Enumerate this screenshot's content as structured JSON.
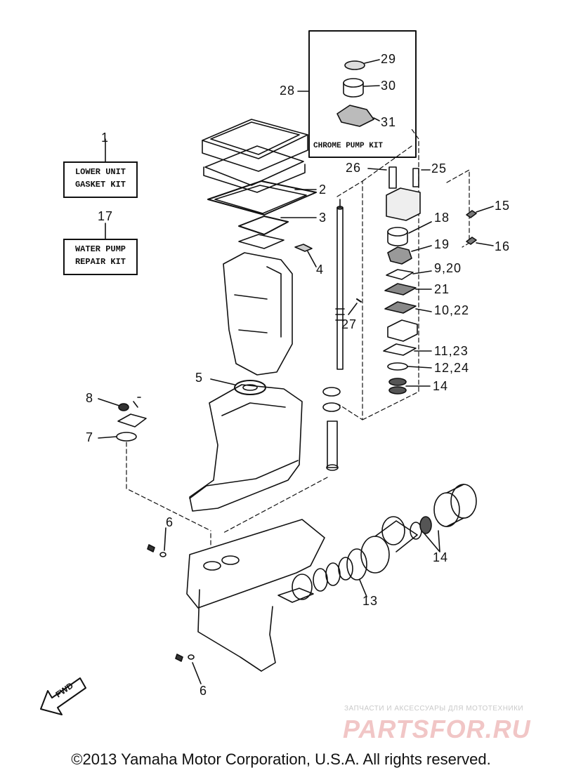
{
  "kits": {
    "lower_unit_gasket": {
      "number": "1",
      "line1": "LOWER UNIT",
      "line2": "GASKET KIT"
    },
    "water_pump_repair": {
      "number": "17",
      "line1": "WATER PUMP",
      "line2": "REPAIR KIT"
    },
    "chrome_pump": {
      "number": "28",
      "label": "CHROME PUMP KIT"
    }
  },
  "callouts": {
    "c2": "2",
    "c3": "3",
    "c4": "4",
    "c5": "5",
    "c6a": "6",
    "c6b": "6",
    "c7": "7",
    "c8": "8",
    "c13": "13",
    "c14a": "14",
    "c14b": "14",
    "c15": "15",
    "c16": "16",
    "c18": "18",
    "c19": "19",
    "c9_20": "9,20",
    "c21": "21",
    "c10_22": "10,22",
    "c11_23": "11,23",
    "c12_24": "12,24",
    "c25": "25",
    "c26": "26",
    "c27": "27",
    "c29": "29",
    "c30": "30",
    "c31": "31"
  },
  "fwd": "FWD",
  "watermark": {
    "top": "ЗАПЧАСТИ И АКСЕССУАРЫ ДЛЯ МОТОТЕХНИКИ",
    "main": "PARTSFOR.RU"
  },
  "copyright": "©2013 Yamaha Motor Corporation, U.S.A. All rights reserved."
}
